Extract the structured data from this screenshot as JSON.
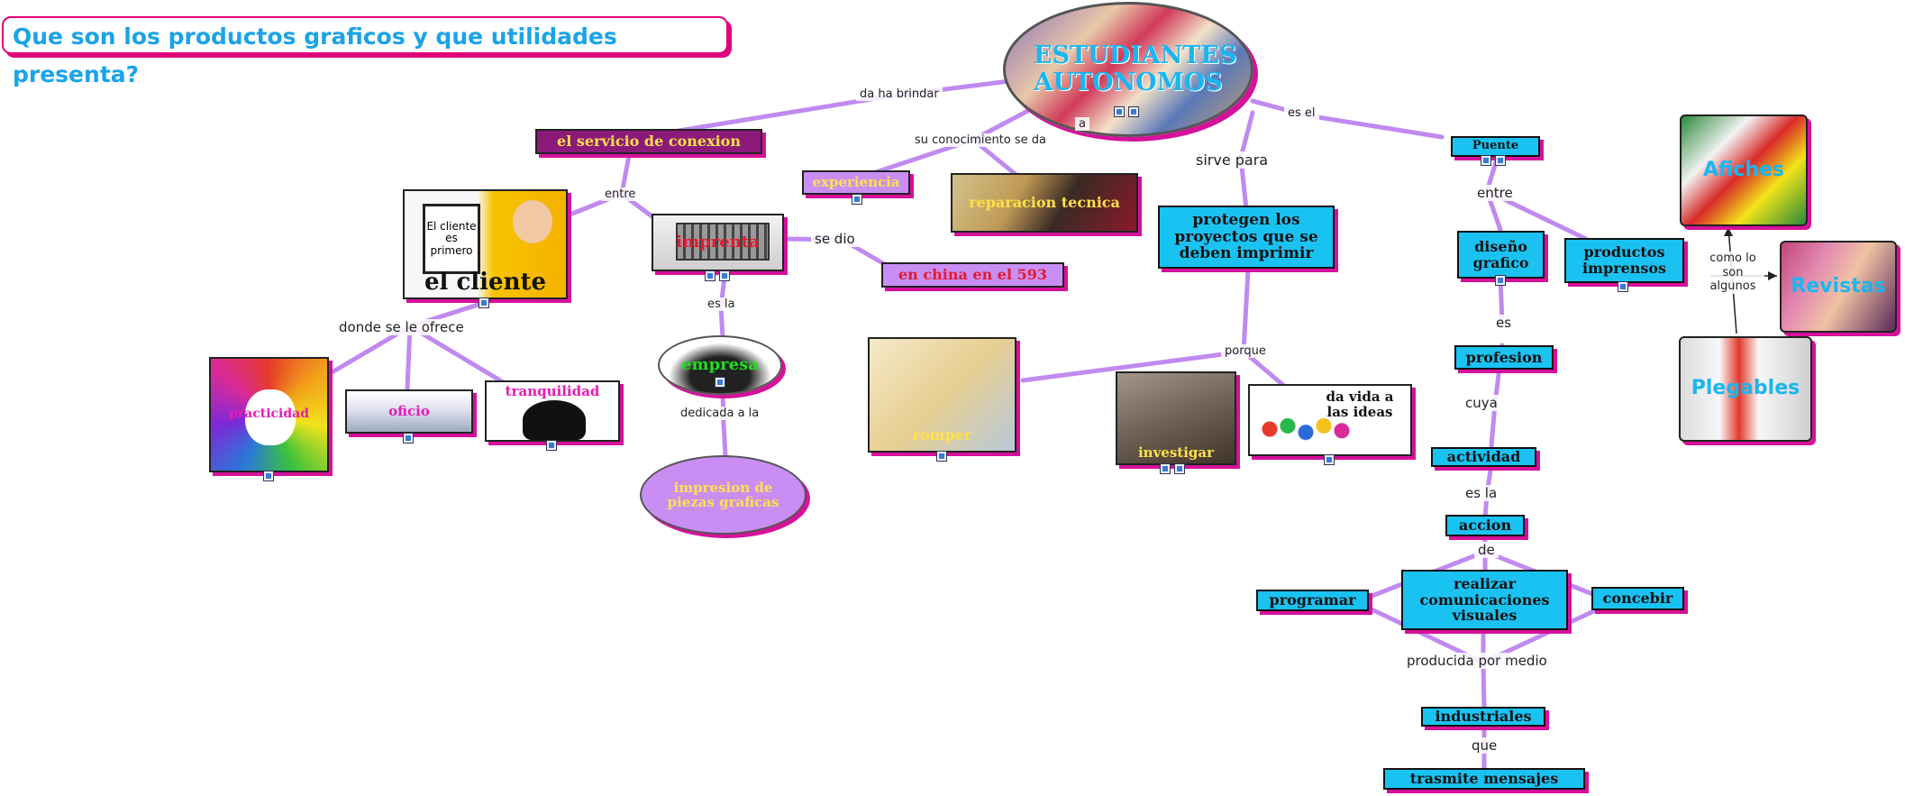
{
  "title": "Que son los productos graficos y  que utilidades presenta?",
  "colors": {
    "link": "#c08af0",
    "box_blue": "#1ac2f2",
    "shadow": "#d6119b",
    "title_text": "#1aa3e8"
  },
  "nodes": {
    "central": "ESTUDIANTES AUTONOMOS",
    "servicio": "el servicio de conexion",
    "cliente_caption": "el cliente",
    "cliente_sign": "El cliente es primero",
    "imprenta": "imprenta",
    "experiencia": "experiencia",
    "reparacion": "reparacion tecnica",
    "china": "en china en  el 593",
    "empresa": "empresa",
    "impresion": "impresion de piezas graficas",
    "practicidad": "practicidad",
    "oficio": "oficio",
    "tranquilidad": "tranquilidad",
    "proteger": "protegen los proyectos que se deben imprimir",
    "romper": "romper",
    "investigar": "investigar",
    "davida": "da vida a las ideas",
    "puente": "Puente",
    "diseno": "diseño grafico",
    "productos": "productos imprensos",
    "afiches": "Afiches",
    "revistas": "Revistas",
    "plegables": "Plegables",
    "profesion": "profesion",
    "actividad": "actividad",
    "accion": "accion",
    "realizar": "realizar comunicaciones visuales",
    "programar": "programar",
    "concebir": "concebir",
    "industriales": "industriales",
    "trasmite": "trasmite mensajes"
  },
  "links": {
    "da_ha_brindar": "da ha brindar",
    "su_conocimiento": "su conocimiento se da",
    "a": "a",
    "sirve_para": "sirve para",
    "es_el": "es el",
    "entre_left": "entre",
    "se_dio": "se dio",
    "es_la": "es la",
    "dedicada": "dedicada a la",
    "donde": "donde se le ofrece",
    "porque": "porque",
    "entre_right": "entre",
    "es": "es",
    "como": "como lo son algunos",
    "cuya": "cuya",
    "es_la2": "es la",
    "de": "de",
    "producida": "producida por medio",
    "que": "que"
  }
}
